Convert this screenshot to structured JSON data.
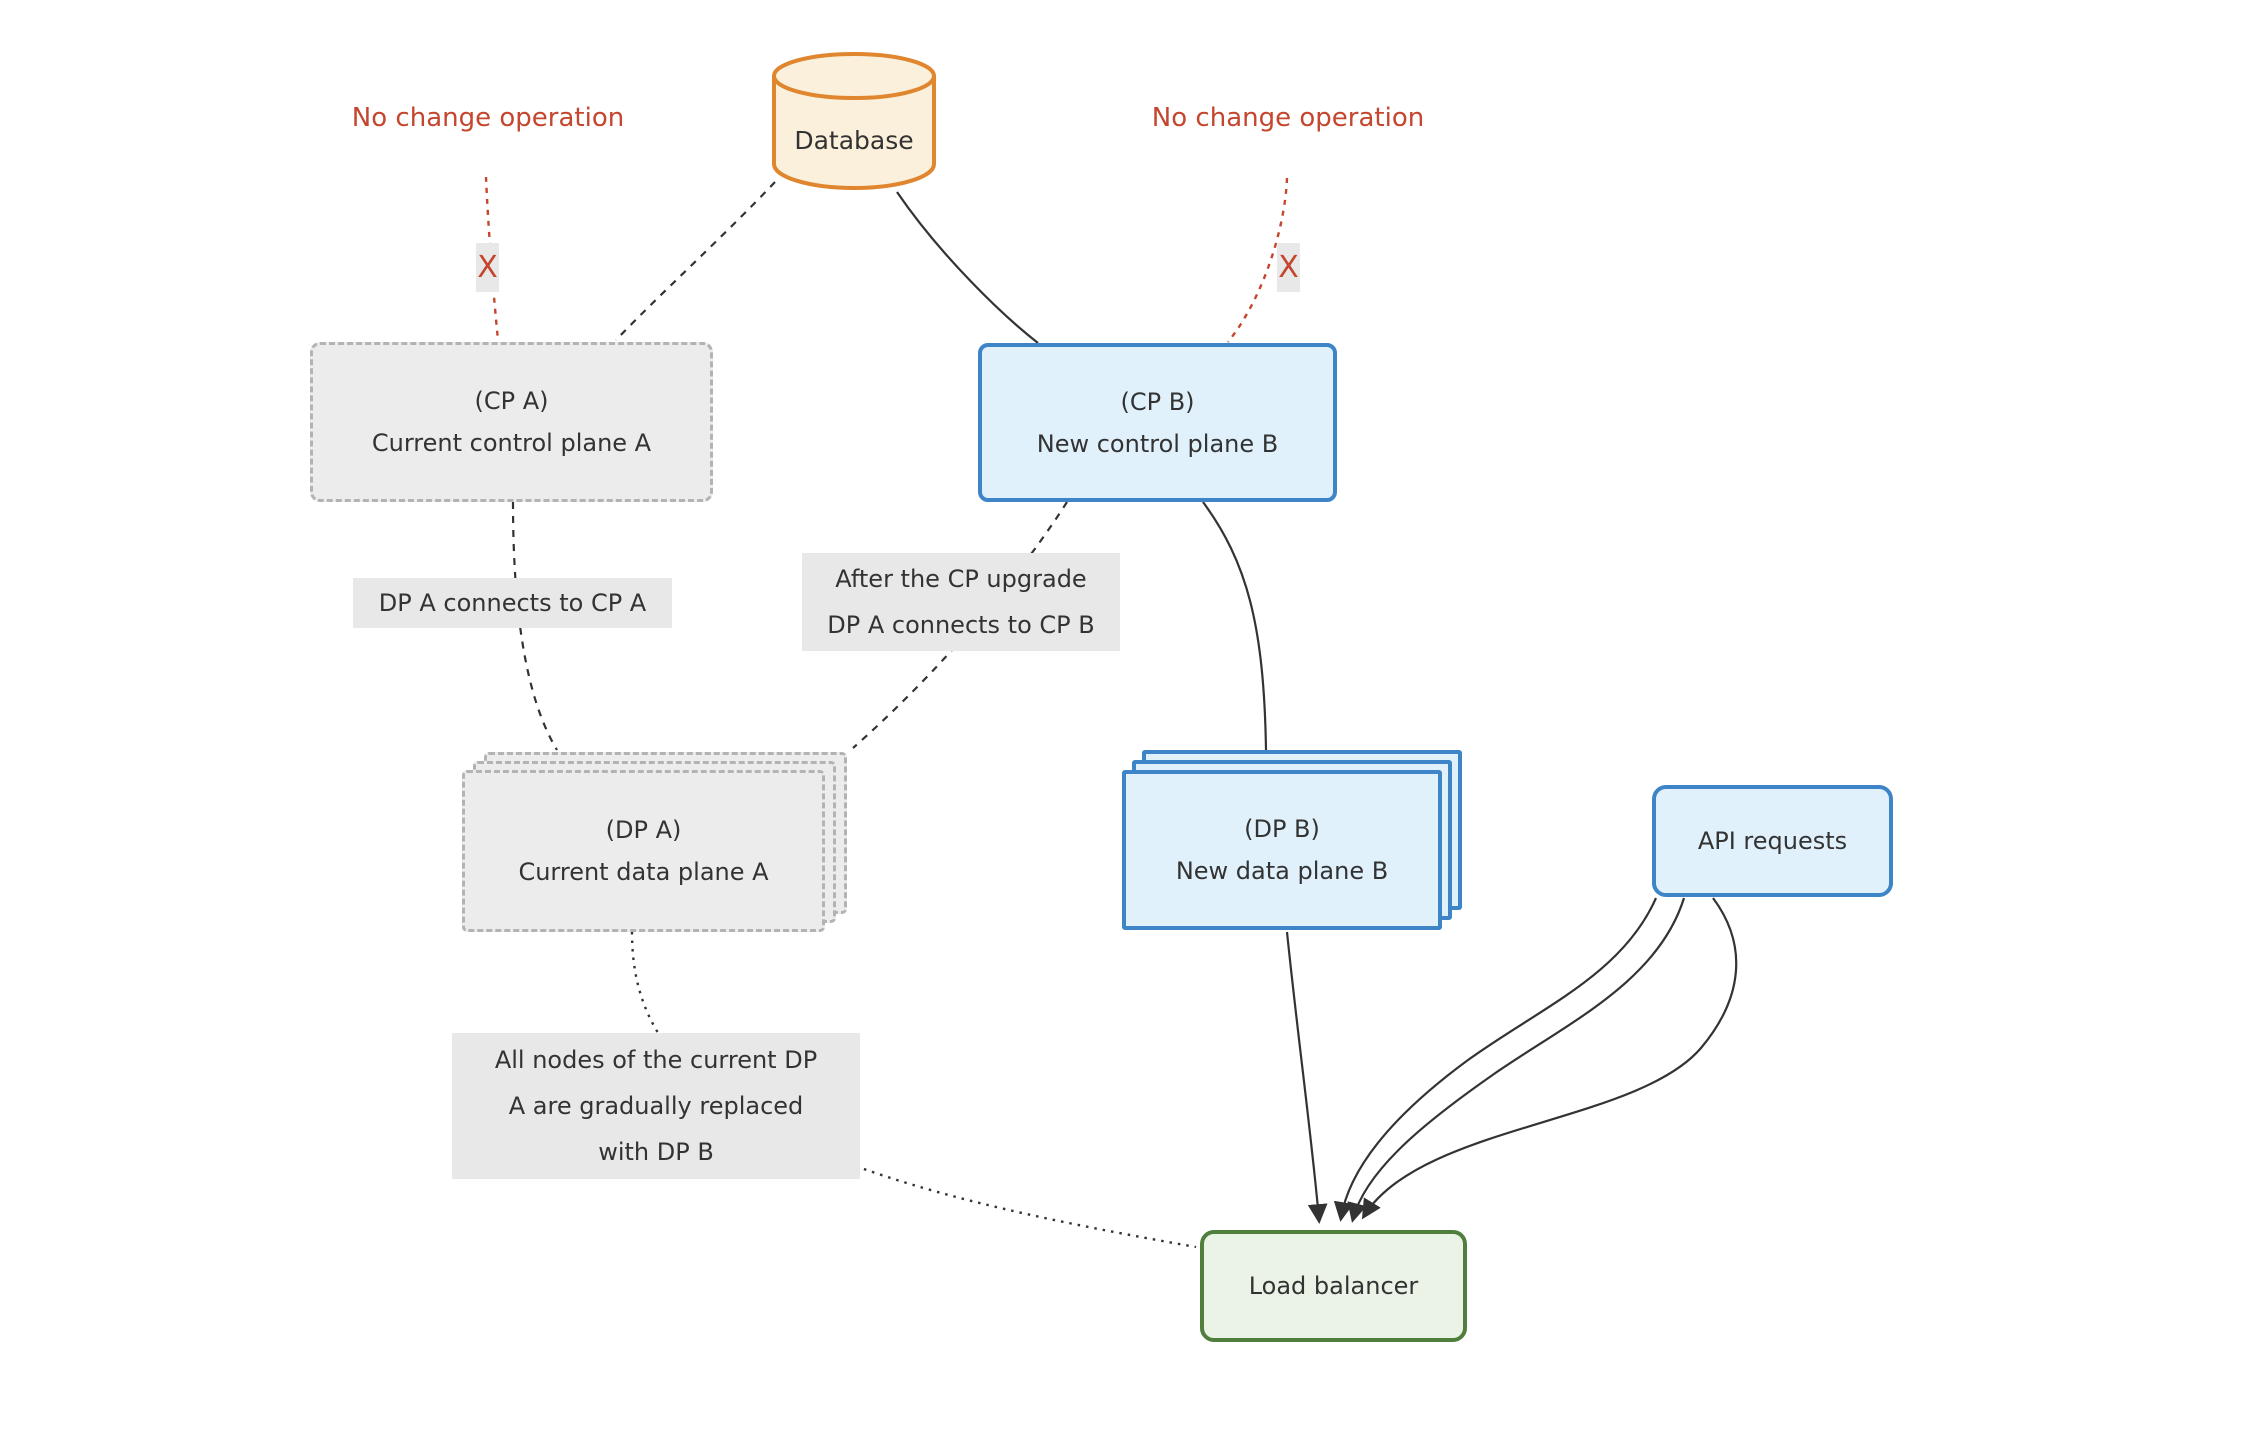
{
  "diagram": {
    "annotations": {
      "no_change_left": "No change operation",
      "no_change_right": "No change operation",
      "x_marker_left": "X",
      "x_marker_right": "X"
    },
    "nodes": {
      "database": {
        "label": "Database"
      },
      "cp_a": {
        "line1": "(CP A)",
        "line2": "Current control plane A"
      },
      "cp_b": {
        "line1": "(CP B)",
        "line2": "New control plane B"
      },
      "dp_a": {
        "line1": "(DP A)",
        "line2": "Current data plane A"
      },
      "dp_b": {
        "line1": "(DP B)",
        "line2": "New data plane B"
      },
      "api_requests": {
        "label": "API requests"
      },
      "load_balancer": {
        "label": "Load balancer"
      }
    },
    "edge_labels": {
      "dpa_to_cpa": "DP A connects to CP A",
      "after_upgrade_line1": "After the CP upgrade",
      "after_upgrade_line2": "DP A connects to CP B",
      "replace_line1": "All nodes of the current DP",
      "replace_line2": "A are gradually replaced",
      "replace_line3": "with DP B"
    },
    "colors": {
      "red": "#c5462e",
      "blue_border": "#3d85c6",
      "blue_fill": "#e1f1fb",
      "gray_fill": "#ececec",
      "gray_border": "#b3b3b3",
      "green_border": "#4f7e3d",
      "green_fill": "#eaf3e6",
      "orange_border": "#e0862f",
      "orange_fill": "#fbf0dc",
      "line": "#333333",
      "label_bg": "#e8e8e8",
      "text": "#333333"
    }
  }
}
